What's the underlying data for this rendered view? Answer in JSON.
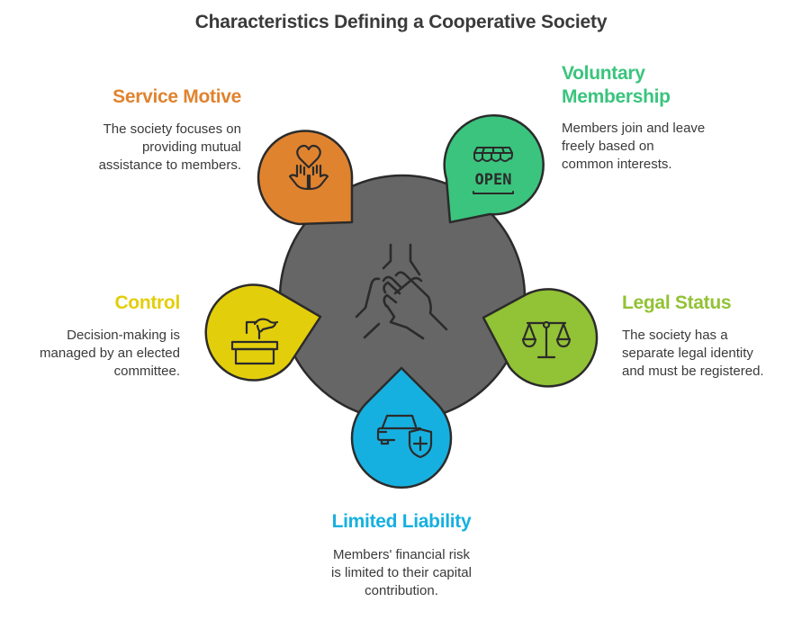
{
  "title": "Characteristics Defining a Cooperative Society",
  "colors": {
    "hub": "#666666",
    "outline": "#2b2b2b",
    "service_motive": "#E0832F",
    "voluntary_membership": "#3AC47D",
    "control": "#E3CE0B",
    "legal_status": "#92C235",
    "limited_liability": "#16B0E0"
  },
  "hub": {
    "icon": "joined-hands-icon"
  },
  "items": {
    "service_motive": {
      "heading": "Service Motive",
      "lines": [
        "The society focuses on",
        "providing mutual",
        "assistance to members."
      ],
      "icon": "heart-hands-icon"
    },
    "voluntary_membership": {
      "heading_lines": [
        "Voluntary",
        "Membership"
      ],
      "lines": [
        "Members join and leave",
        "freely based on",
        "common interests."
      ],
      "icon": "open-shop-icon",
      "icon_text": "OPEN"
    },
    "control": {
      "heading": "Control",
      "lines": [
        "Decision-making is",
        "managed by an elected",
        "committee."
      ],
      "icon": "ballot-box-icon"
    },
    "legal_status": {
      "heading": "Legal Status",
      "lines": [
        "The society has a",
        "separate legal identity",
        "and must be registered."
      ],
      "icon": "scales-icon"
    },
    "limited_liability": {
      "heading": "Limited Liability",
      "lines": [
        "Members' financial risk",
        "is limited to their capital",
        "contribution."
      ],
      "icon": "car-shield-icon"
    }
  }
}
